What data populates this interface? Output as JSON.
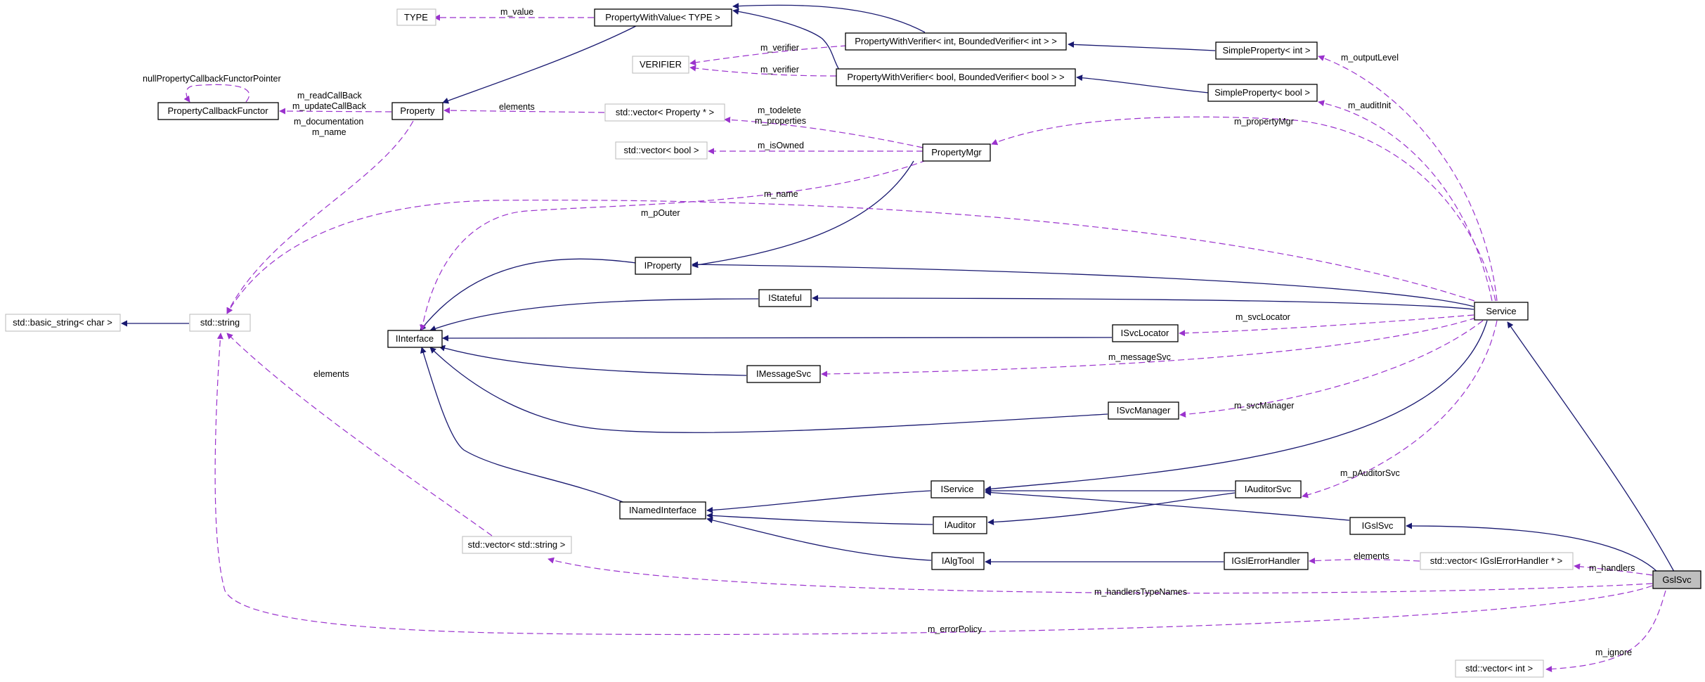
{
  "colors": {
    "inherit": "#191970",
    "use": "#9a32cd",
    "external_border": "#bfbfbf",
    "highlight": "#bfbfbf"
  },
  "nodes": [
    {
      "id": "type",
      "label": "TYPE",
      "kind": "external"
    },
    {
      "id": "pwv",
      "label": "PropertyWithValue< TYPE >",
      "kind": "class"
    },
    {
      "id": "verifier",
      "label": "VERIFIER",
      "kind": "external"
    },
    {
      "id": "pwv_int",
      "label": "PropertyWithVerifier< int, BoundedVerifier< int > >",
      "kind": "class"
    },
    {
      "id": "pwv_bool",
      "label": "PropertyWithVerifier< bool, BoundedVerifier< bool > >",
      "kind": "class"
    },
    {
      "id": "sp_int",
      "label": "SimpleProperty< int >",
      "kind": "class"
    },
    {
      "id": "sp_bool",
      "label": "SimpleProperty< bool >",
      "kind": "class"
    },
    {
      "id": "pcbf",
      "label": "PropertyCallbackFunctor",
      "kind": "class"
    },
    {
      "id": "property",
      "label": "Property",
      "kind": "class"
    },
    {
      "id": "vec_prop",
      "label": "std::vector< Property * >",
      "kind": "external"
    },
    {
      "id": "vec_bool",
      "label": "std::vector< bool >",
      "kind": "external"
    },
    {
      "id": "propmgr",
      "label": "PropertyMgr",
      "kind": "class"
    },
    {
      "id": "iproperty",
      "label": "IProperty",
      "kind": "class"
    },
    {
      "id": "istateful",
      "label": "IStateful",
      "kind": "class"
    },
    {
      "id": "basic_string",
      "label": "std::basic_string< char >",
      "kind": "external"
    },
    {
      "id": "string",
      "label": "std::string",
      "kind": "external"
    },
    {
      "id": "iinterface",
      "label": "IInterface",
      "kind": "class"
    },
    {
      "id": "isvclocator",
      "label": "ISvcLocator",
      "kind": "class"
    },
    {
      "id": "service",
      "label": "Service",
      "kind": "class"
    },
    {
      "id": "imessagesvc",
      "label": "IMessageSvc",
      "kind": "class"
    },
    {
      "id": "isvcmanager",
      "label": "ISvcManager",
      "kind": "class"
    },
    {
      "id": "iservice",
      "label": "IService",
      "kind": "class"
    },
    {
      "id": "iauditorsvc",
      "label": "IAuditorSvc",
      "kind": "class"
    },
    {
      "id": "inamedinterface",
      "label": "INamedInterface",
      "kind": "class"
    },
    {
      "id": "iauditor",
      "label": "IAuditor",
      "kind": "class"
    },
    {
      "id": "igslsvc",
      "label": "IGslSvc",
      "kind": "class"
    },
    {
      "id": "vec_string",
      "label": "std::vector< std::string >",
      "kind": "external"
    },
    {
      "id": "ialgtool",
      "label": "IAlgTool",
      "kind": "class"
    },
    {
      "id": "igslerrorhandler",
      "label": "IGslErrorHandler",
      "kind": "class"
    },
    {
      "id": "vec_handler",
      "label": "std::vector< IGslErrorHandler * >",
      "kind": "external"
    },
    {
      "id": "gslsvc",
      "label": "GslSvc",
      "kind": "highlight"
    },
    {
      "id": "vec_int",
      "label": "std::vector< int >",
      "kind": "external"
    }
  ],
  "edge_labels": {
    "m_value": "m_value",
    "m_verifier_1": "m_verifier",
    "m_verifier_2": "m_verifier",
    "m_outputLevel": "m_outputLevel",
    "m_auditInit": "m_auditInit",
    "null_functor": "nullPropertyCallbackFunctorPointer",
    "m_readCallBack": "m_readCallBack",
    "m_updateCallBack": "m_updateCallBack",
    "elements_prop": "elements",
    "m_todelete": "m_todelete",
    "m_properties": "m_properties",
    "m_documentation": "m_documentation",
    "m_name_prop": "m_name",
    "m_isOwned": "m_isOwned",
    "m_propertyMgr": "m_propertyMgr",
    "m_name_service": "m_name",
    "m_pOuter": "m_pOuter",
    "m_svcLocator": "m_svcLocator",
    "m_messageSvc": "m_messageSvc",
    "elements_string": "elements",
    "m_svcManager": "m_svcManager",
    "m_pAuditorSvc": "m_pAuditorSvc",
    "elements_handler": "elements",
    "m_handlers": "m_handlers",
    "m_handlersTypeNames": "m_handlersTypeNames",
    "m_errorPolicy": "m_errorPolicy",
    "m_ignore": "m_ignore"
  }
}
